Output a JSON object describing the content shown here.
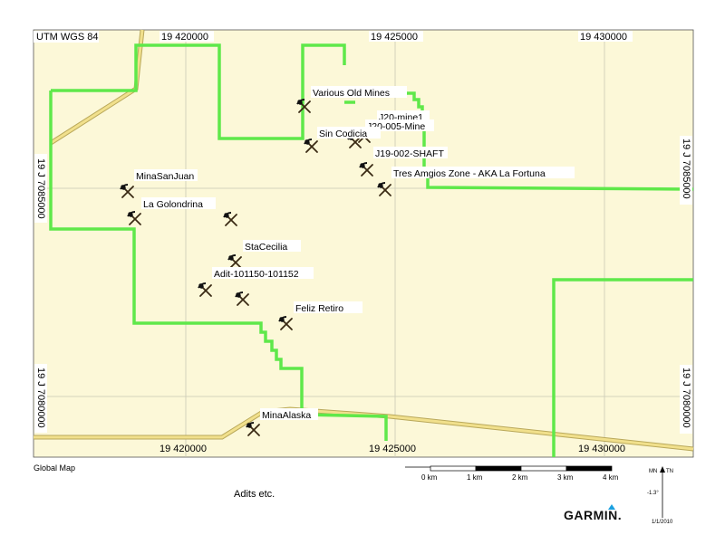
{
  "map": {
    "projection_label": "UTM WGS 84",
    "top_easting_labels": [
      "19 420000",
      "19 425000",
      "19 430000"
    ],
    "bottom_easting_labels": [
      "19 420000",
      "19 425000",
      "19 430000"
    ],
    "left_northing_labels": [
      "19 J 7085000",
      "19 J 7080000"
    ],
    "right_northing_labels": [
      "19 J 7085000",
      "19 J 7080000"
    ],
    "waypoints": [
      {
        "name": "Various Old Mines",
        "icon": "mine-icon"
      },
      {
        "name": "J20-mine1",
        "icon": "mine-icon"
      },
      {
        "name": "J20-005-Mine",
        "icon": "mine-icon"
      },
      {
        "name": "Sin Codicia",
        "icon": "mine-icon"
      },
      {
        "name": "J19-002-SHAFT",
        "icon": "mine-icon"
      },
      {
        "name": "Tres Amgios Zone - AKA La Fortuna",
        "icon": "mine-icon"
      },
      {
        "name": "MinaSanJuan",
        "icon": "mine-icon"
      },
      {
        "name": "La Golondrina",
        "icon": "mine-icon"
      },
      {
        "name": "",
        "icon": "mine-icon"
      },
      {
        "name": "StaCecilia",
        "icon": "mine-icon"
      },
      {
        "name": "Adit-101150-101152",
        "icon": "mine-icon"
      },
      {
        "name": "",
        "icon": "mine-icon"
      },
      {
        "name": "Feliz Retiro",
        "icon": "mine-icon"
      },
      {
        "name": "MinaAlaska",
        "icon": "mine-icon"
      }
    ],
    "colors": {
      "background": "#fcf8d8",
      "route": "#5fe84a",
      "road": "#f1e08c",
      "grid": "#c8c8b4"
    }
  },
  "footer": {
    "map_source": "Global Map",
    "subtitle": "Adits etc.",
    "brand": "GARMIN.",
    "scale_labels": [
      "0 km",
      "1 km",
      "2 km",
      "3 km",
      "4 km"
    ],
    "north_labels": {
      "mn": "MN",
      "tn": "TN",
      "declination": "-1.3°",
      "date": "1/1/2010"
    }
  }
}
